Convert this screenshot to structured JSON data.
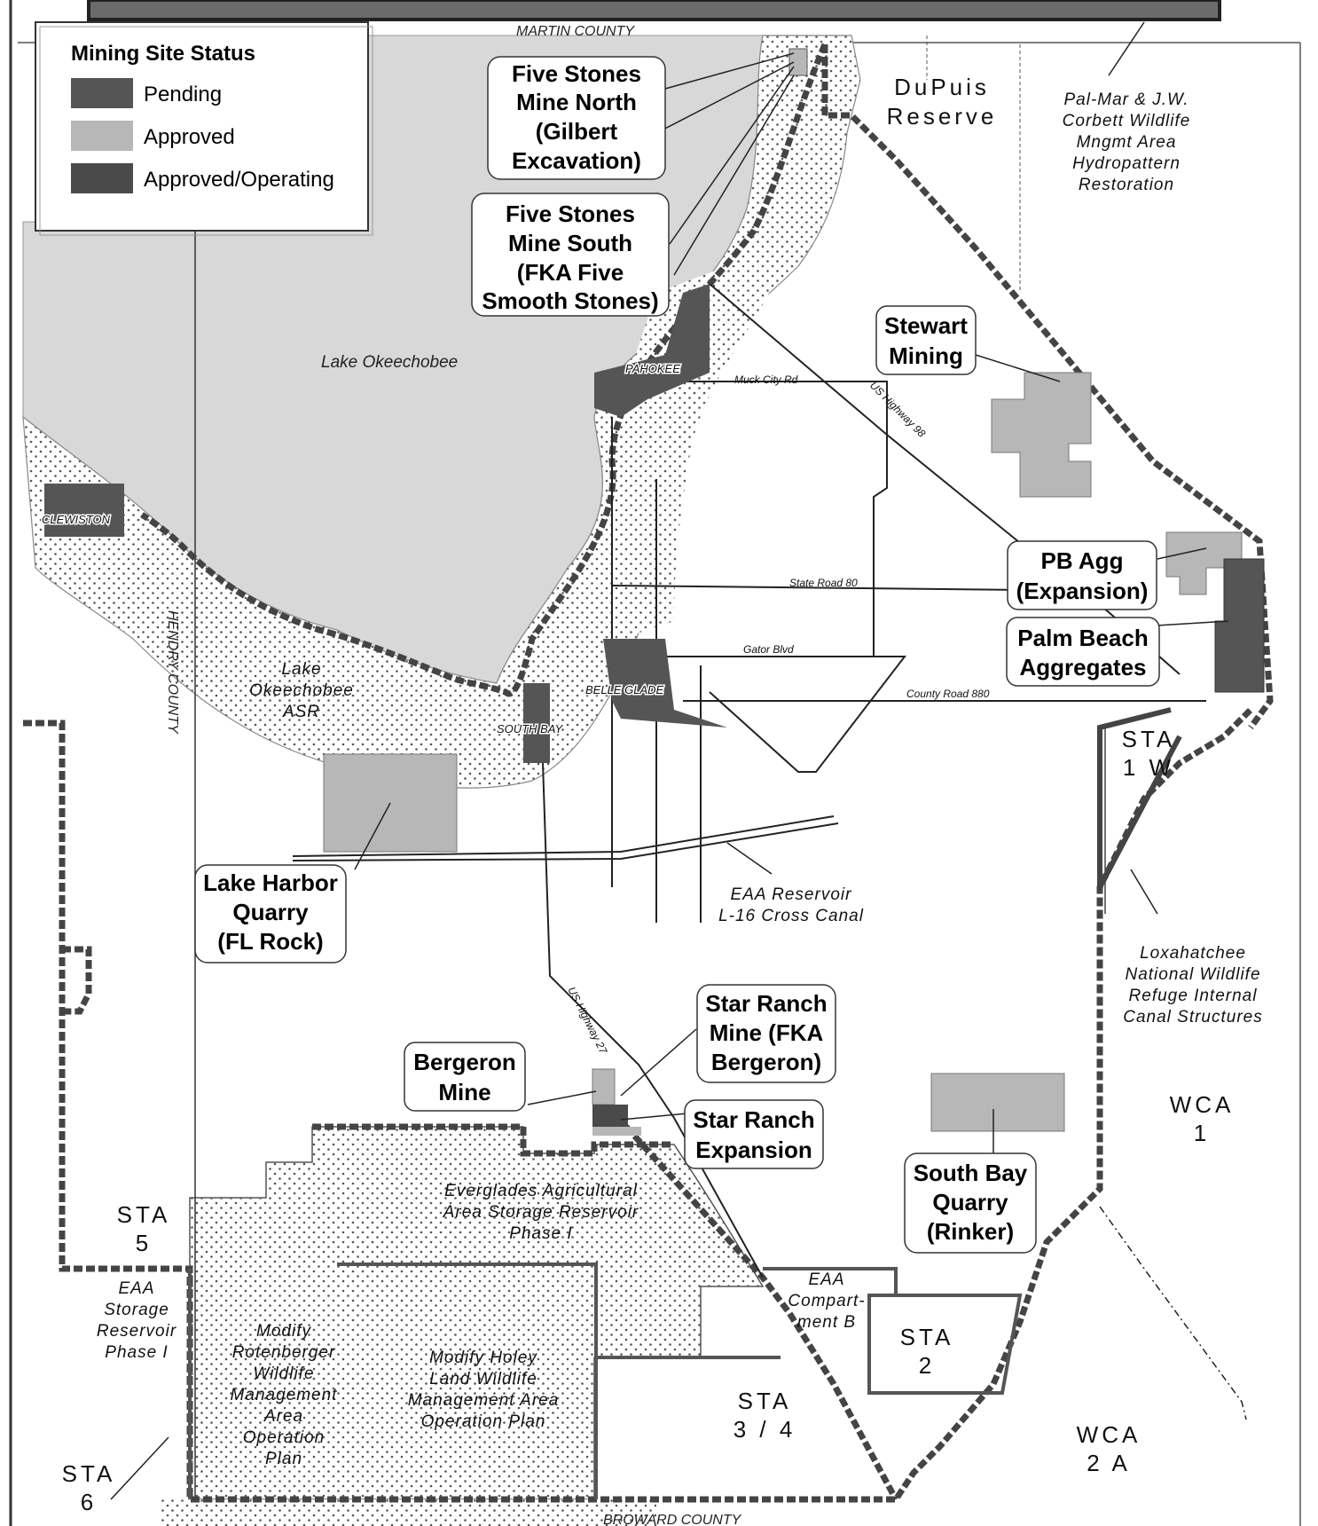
{
  "legend": {
    "title": "Mining Site Status",
    "items": [
      {
        "label": "Pending",
        "color": "#555555"
      },
      {
        "label": "Approved",
        "color": "#b7b7b7"
      },
      {
        "label": "Approved/Operating",
        "color": "#4a4a4a"
      }
    ]
  },
  "counties": {
    "north": "MARTIN COUNTY",
    "west": "HENDRY COUNTY",
    "south": "BROWARD COUNTY"
  },
  "water": {
    "lake": "Lake Okeechobee"
  },
  "towns": {
    "clewiston": "CLEWISTON",
    "pahokee": "PAHOKEE",
    "belle_glade": "BELLE GLADE",
    "south_bay": "SOUTH BAY"
  },
  "roads": {
    "muck_city": "Muck City Rd",
    "us98": "US Highway 98",
    "sr80": "State Road 80",
    "gator": "Gator Blvd",
    "cr880": "County Road 880",
    "us27": "US Highway 27"
  },
  "callouts": {
    "five_north": [
      "Five Stones",
      "Mine North",
      "(Gilbert",
      "Excavation)"
    ],
    "five_south": [
      "Five Stones",
      "Mine South",
      "(FKA Five",
      "Smooth Stones)"
    ],
    "stewart": [
      "Stewart",
      "Mining"
    ],
    "pb_agg": [
      "PB Agg",
      "(Expansion)"
    ],
    "palm_beach": [
      "Palm Beach",
      "Aggregates"
    ],
    "lake_harbor": [
      "Lake Harbor",
      "Quarry",
      "(FL Rock)"
    ],
    "star_ranch": [
      "Star Ranch",
      "Mine (FKA",
      "Bergeron)"
    ],
    "bergeron": [
      "Bergeron",
      "Mine"
    ],
    "star_expansion": [
      "Star Ranch",
      "Expansion"
    ],
    "south_bay_quarry": [
      "South Bay",
      "Quarry",
      "(Rinker)"
    ]
  },
  "areas": {
    "dupuis": [
      "DuPuis",
      "Reserve"
    ],
    "palmar": [
      "Pal-Mar & J.W.",
      "Corbett Wildlife",
      "Mngmt Area",
      "Hydropattern",
      "Restoration"
    ],
    "asr": [
      "Lake",
      "Okeechobee",
      "ASR"
    ],
    "eaa_canal": [
      "EAA Reservoir",
      "L-16 Cross Canal"
    ],
    "loxahatchee": [
      "Loxahatchee",
      "National Wildlife",
      "Refuge Internal",
      "Canal Structures"
    ],
    "sta1w": [
      "STA",
      "1 W"
    ],
    "wca1": [
      "WCA",
      "1"
    ],
    "sta5": [
      "STA",
      "5"
    ],
    "eaa_phase1_west": [
      "EAA",
      "Storage",
      "Reservoir",
      "Phase I"
    ],
    "eaa_phase1": [
      "Everglades Agricultural",
      "Area Storage Reservoir",
      "Phase I"
    ],
    "rotenberger": [
      "Modify",
      "Rotenberger",
      "Wildlife",
      "Management",
      "Area",
      "Operation",
      "Plan"
    ],
    "holey_land": [
      "Modify Holey",
      "Land Wildlife",
      "Management Area",
      "Operation Plan"
    ],
    "eaa_comp_b": [
      "EAA",
      "Compart-",
      "ment B"
    ],
    "sta2": [
      "STA",
      "2"
    ],
    "sta34": [
      "STA",
      "3 / 4"
    ],
    "wca2a": [
      "WCA",
      "2 A"
    ],
    "sta6": [
      "STA",
      "6"
    ]
  }
}
